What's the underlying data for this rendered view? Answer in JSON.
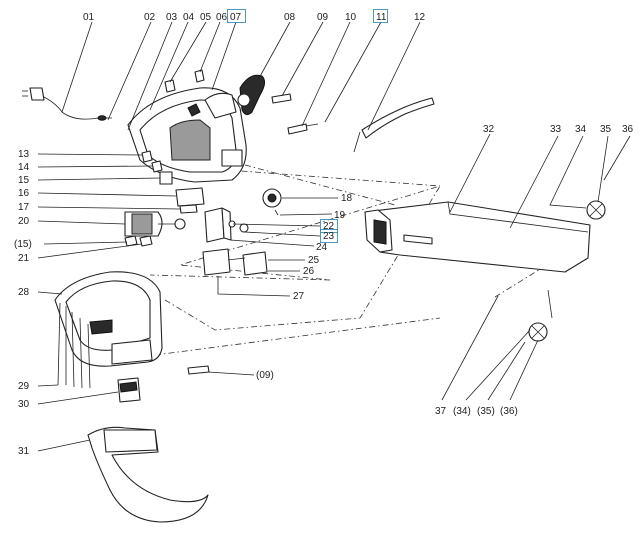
{
  "diagram": {
    "labels": [
      {
        "id": "01",
        "text": "01"
      },
      {
        "id": "02",
        "text": "02"
      },
      {
        "id": "03",
        "text": "03"
      },
      {
        "id": "04",
        "text": "04"
      },
      {
        "id": "05",
        "text": "05"
      },
      {
        "id": "06",
        "text": "06"
      },
      {
        "id": "07",
        "text": "07",
        "boxed": true
      },
      {
        "id": "08",
        "text": "08"
      },
      {
        "id": "09",
        "text": "09"
      },
      {
        "id": "10",
        "text": "10"
      },
      {
        "id": "11",
        "text": "11",
        "boxed": true
      },
      {
        "id": "12",
        "text": "12"
      },
      {
        "id": "13",
        "text": "13"
      },
      {
        "id": "14",
        "text": "14"
      },
      {
        "id": "15",
        "text": "15"
      },
      {
        "id": "16",
        "text": "16"
      },
      {
        "id": "17",
        "text": "17"
      },
      {
        "id": "18",
        "text": "18"
      },
      {
        "id": "19",
        "text": "19"
      },
      {
        "id": "20",
        "text": "20"
      },
      {
        "id": "15b",
        "text": "(15)"
      },
      {
        "id": "21",
        "text": "21"
      },
      {
        "id": "22",
        "text": "22",
        "boxed": true
      },
      {
        "id": "23",
        "text": "23",
        "boxed": true
      },
      {
        "id": "24",
        "text": "24"
      },
      {
        "id": "25",
        "text": "25"
      },
      {
        "id": "26",
        "text": "26"
      },
      {
        "id": "27",
        "text": "27"
      },
      {
        "id": "28",
        "text": "28"
      },
      {
        "id": "09b",
        "text": "(09)"
      },
      {
        "id": "29",
        "text": "29"
      },
      {
        "id": "30",
        "text": "30"
      },
      {
        "id": "31",
        "text": "31"
      },
      {
        "id": "32",
        "text": "32"
      },
      {
        "id": "33",
        "text": "33"
      },
      {
        "id": "34",
        "text": "34"
      },
      {
        "id": "35",
        "text": "35"
      },
      {
        "id": "36",
        "text": "36"
      },
      {
        "id": "37",
        "text": "37"
      },
      {
        "id": "34b",
        "text": "(34)"
      },
      {
        "id": "35b",
        "text": "(35)"
      },
      {
        "id": "36b",
        "text": "(36)"
      }
    ]
  }
}
